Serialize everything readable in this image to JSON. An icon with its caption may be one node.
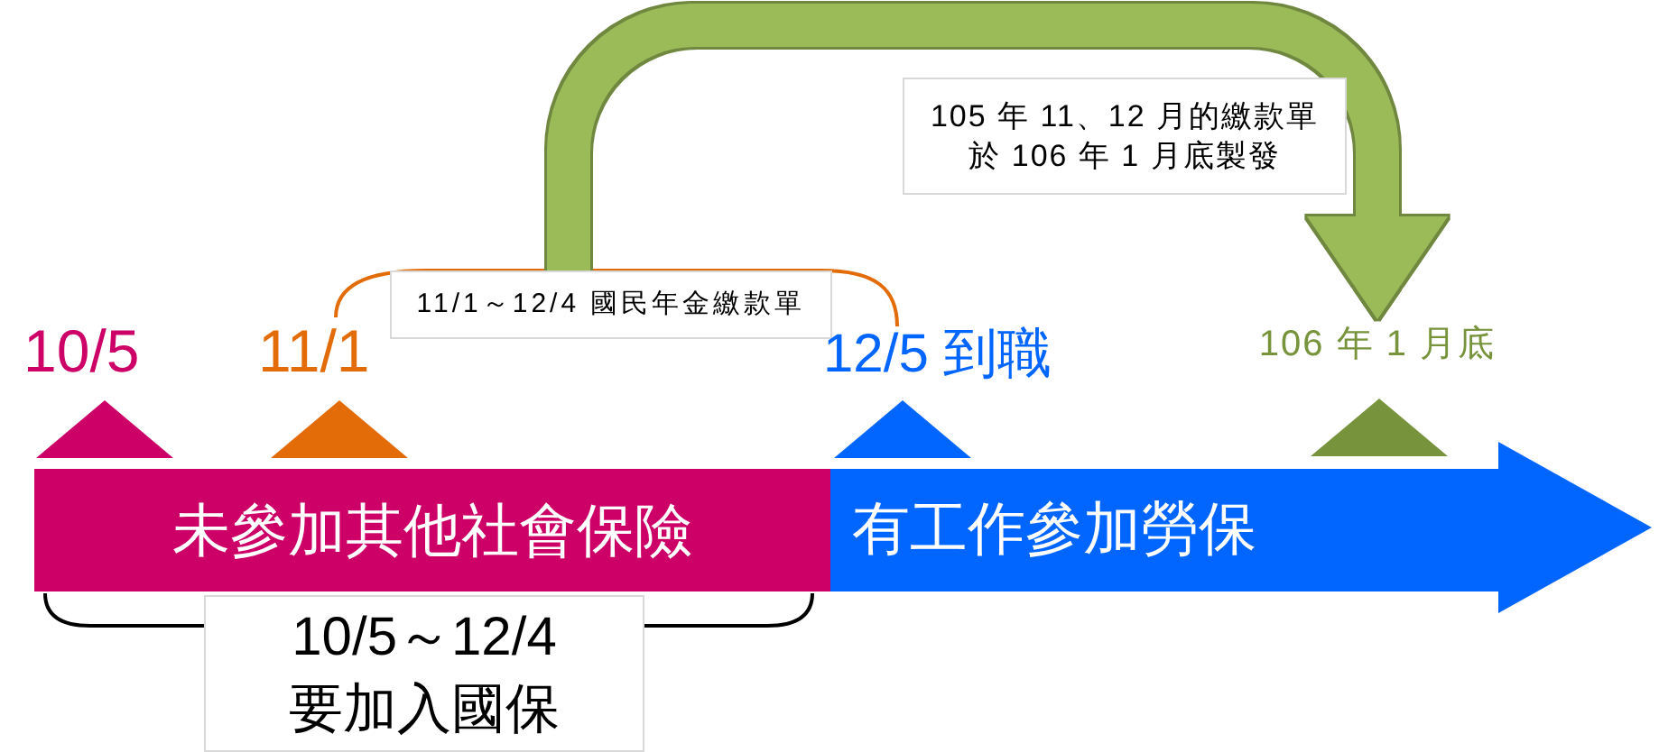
{
  "diagram": {
    "nodes": [
      {
        "text": [
          "105 年 11、12 月的繳款單於 106 年 1 月底製發"
        ]
      },
      {
        "text": [
          "11/1～12/4 國民年金繳款單"
        ]
      },
      {
        "text": [
          "106 年 1 月底"
        ]
      },
      {
        "text": [
          "未參加其他社會保險"
        ]
      },
      {
        "text": [
          "有工作參加勞保"
        ]
      },
      {
        "text": [
          "10/5～12/4要加入國保"
        ]
      }
    ],
    "edges": [
      {
        "from": 1,
        "to": 2,
        "arrow": "to",
        "color": "#9bbb59"
      }
    ],
    "labels": [
      "10/5",
      "11/1",
      "12/5 到職"
    ]
  }
}
